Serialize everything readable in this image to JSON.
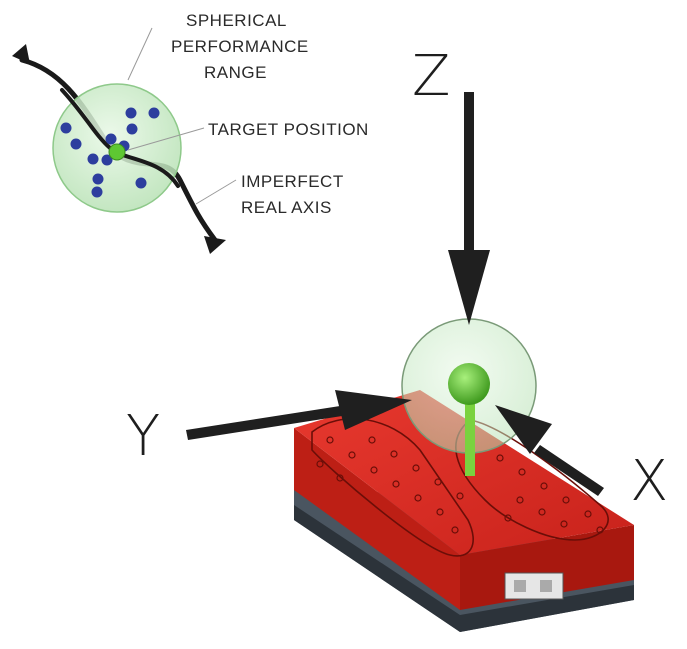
{
  "callouts": {
    "spherical_line1": "SPHERICAL",
    "spherical_line2": "PERFORMANCE",
    "spherical_line3": "RANGE",
    "target": "TARGET POSITION",
    "imperfect_line1": "IMPERFECT",
    "imperfect_line2": "REAL AXIS"
  },
  "axes": {
    "z": "Z",
    "y": "Y",
    "x": "X"
  },
  "colors": {
    "sphere_fill": "#cfeecf",
    "target_green": "#5ec832",
    "point_blue": "#2d3e9e",
    "stage_red": "#d42a22",
    "axis_dark": "#1f1f1f"
  },
  "icons": [
    "arrow-icon",
    "sphere-icon",
    "stage-icon"
  ]
}
